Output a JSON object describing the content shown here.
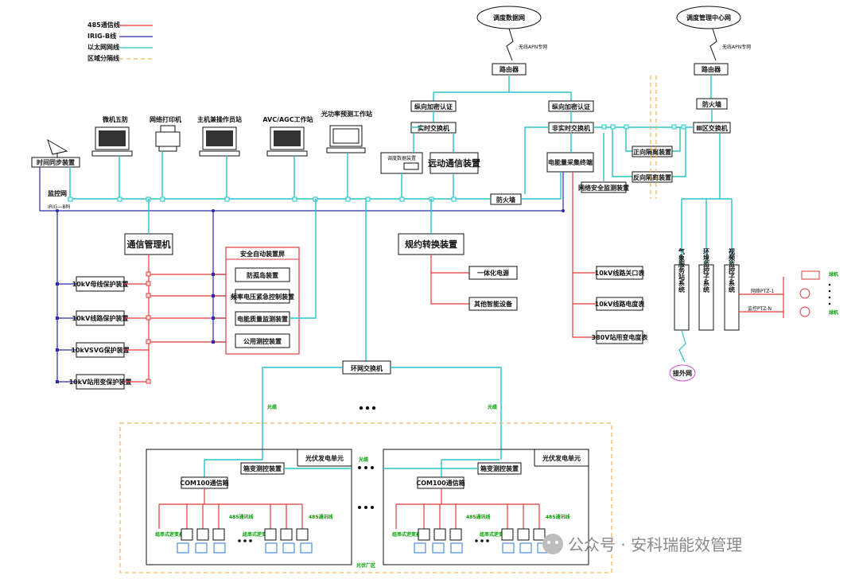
{
  "legend": [
    {
      "label": "485通信线",
      "color": "#e23b3b"
    },
    {
      "label": "IRIG-B线",
      "color": "#2b2bb0"
    },
    {
      "label": "以太网网线",
      "color": "#29c3c8"
    },
    {
      "label": "区域分隔线",
      "color": "#f3b25a"
    }
  ],
  "clouds": {
    "dispatch_data_net": "调度数据网",
    "dispatch_center_net": "调度管理中心网",
    "external_net": "接外网"
  },
  "apn": {
    "label1": "无线APN专网",
    "label2": "无线APN专网"
  },
  "routers": {
    "left": "路由器",
    "right": "路由器"
  },
  "auth": {
    "left": "纵向加密认证",
    "right": "纵向加密认证"
  },
  "switches": {
    "realtime": "实时交换机",
    "nonrealtime": "非实时交换机",
    "zone3": "Ⅲ区交换机",
    "ring": "环网交换机"
  },
  "firewalls": {
    "main": "防火墙",
    "zone3": "防火墙"
  },
  "isolation": {
    "forward": "正向隔离装置",
    "reverse": "反向隔离装置"
  },
  "net_monitor": "网络安全监测装置",
  "energy_terminal": "电能量采集终端",
  "workstations": [
    {
      "label": "微机五防"
    },
    {
      "label": "网络打印机"
    },
    {
      "label": "主机兼操作员站"
    },
    {
      "label": "AVC/AGC工作站"
    },
    {
      "label": "光功率预测工作站"
    }
  ],
  "time_sync": "时间同步装置",
  "dispatch_data_device": "调度数据装置",
  "remote_comm": "远动通信装置",
  "bus_labels": {
    "monitor_net": "监控网",
    "irig": "IRIG—B码"
  },
  "comm_manager": "通信管理机",
  "protocol_converter": "规约转换装置",
  "protections": [
    "10kV母线保护装置",
    "10kV线路保护装置",
    "10kVSVG保护装置",
    "10kV站用变保护装置"
  ],
  "security_panel": {
    "title": "安全自动装置屏",
    "items": [
      "防孤岛装置",
      "频率电压紧急控制装置",
      "电能质量监测装置",
      "公用测控装置"
    ]
  },
  "power_devices": [
    "一体化电源",
    "其他智能设备"
  ],
  "meters": [
    "10kV线路关口表",
    "10kV线路电度表",
    "380V站用变电度表"
  ],
  "systems": [
    "气象服务站系统",
    "环境监控子系统",
    "视频监控子系统"
  ],
  "video_labels": {
    "cam1": "网络PTZ-1",
    "cam2": "监控PTZ-N",
    "side1": "球机",
    "side2": "球机"
  },
  "fiber_label": "光缆",
  "pv_units": [
    {
      "title": "光伏发电单元",
      "box_ctrl": "箱变测控装置",
      "com": "COM100通信箱",
      "line485": "485通讯线",
      "inverter": "组串式逆变器"
    },
    {
      "title": "光伏发电单元",
      "box_ctrl": "箱变测控装置",
      "com": "COM100通信箱",
      "line485": "485通讯线",
      "inverter": "组串式逆变器"
    }
  ],
  "pv_area": "光伏厂区",
  "watermark": "公众号 · 安科瑞能效管理"
}
